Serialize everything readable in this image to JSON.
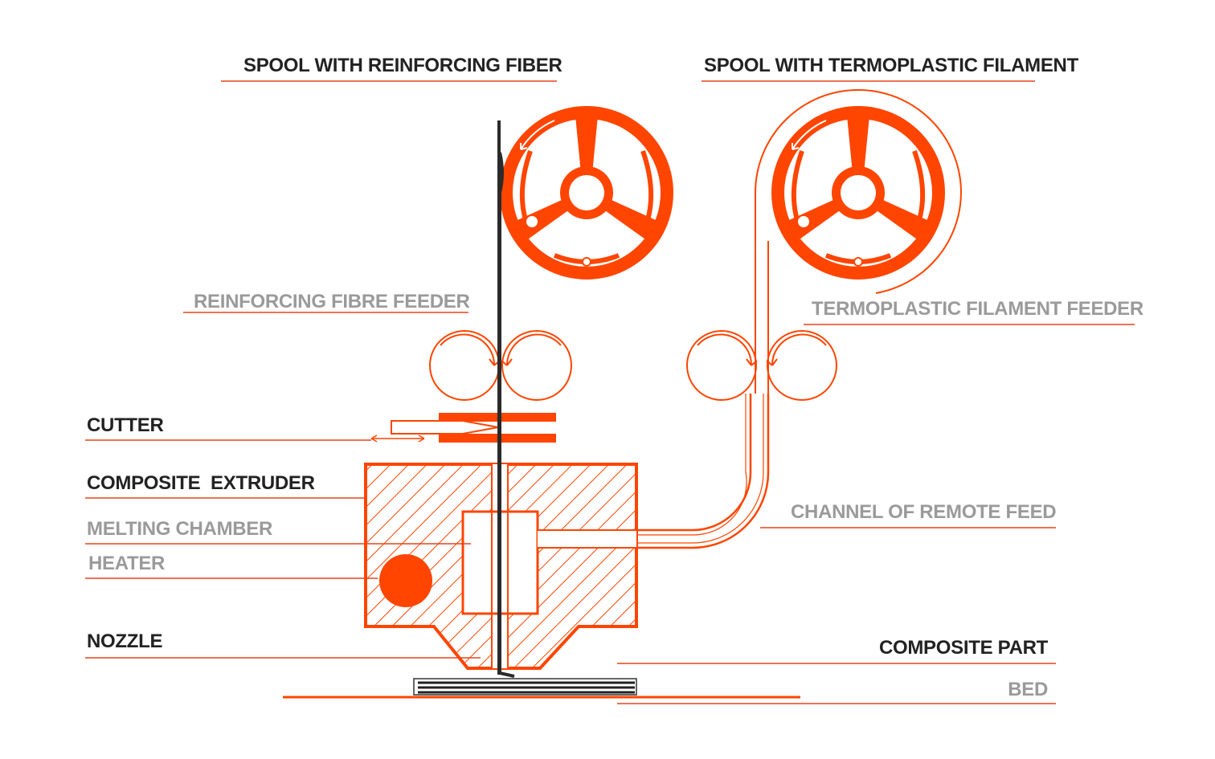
{
  "colors": {
    "accent": "#ff4500",
    "line": "#e8431a",
    "dark_text": "#222222",
    "grey_text": "#9a9a9a",
    "fiber": "#2a2a2a"
  },
  "labels": {
    "spool_fiber": "SPOOL WITH REINFORCING FIBER",
    "spool_filament": "SPOOL WITH TERMOPLASTIC FILAMENT",
    "fibre_feeder": "REINFORCING FIBRE FEEDER",
    "filament_feeder": "TERMOPLASTIC FILAMENT FEEDER",
    "cutter": "CUTTER",
    "composite_extruder": "COMPOSITE  EXTRUDER",
    "melting_chamber": "MELTING CHAMBER",
    "heater": "HEATER",
    "channel_remote_feed": "CHANNEL OF REMOTE FEED",
    "nozzle": "NOZZLE",
    "composite_part": "COMPOSITE PART",
    "bed": "BED"
  }
}
